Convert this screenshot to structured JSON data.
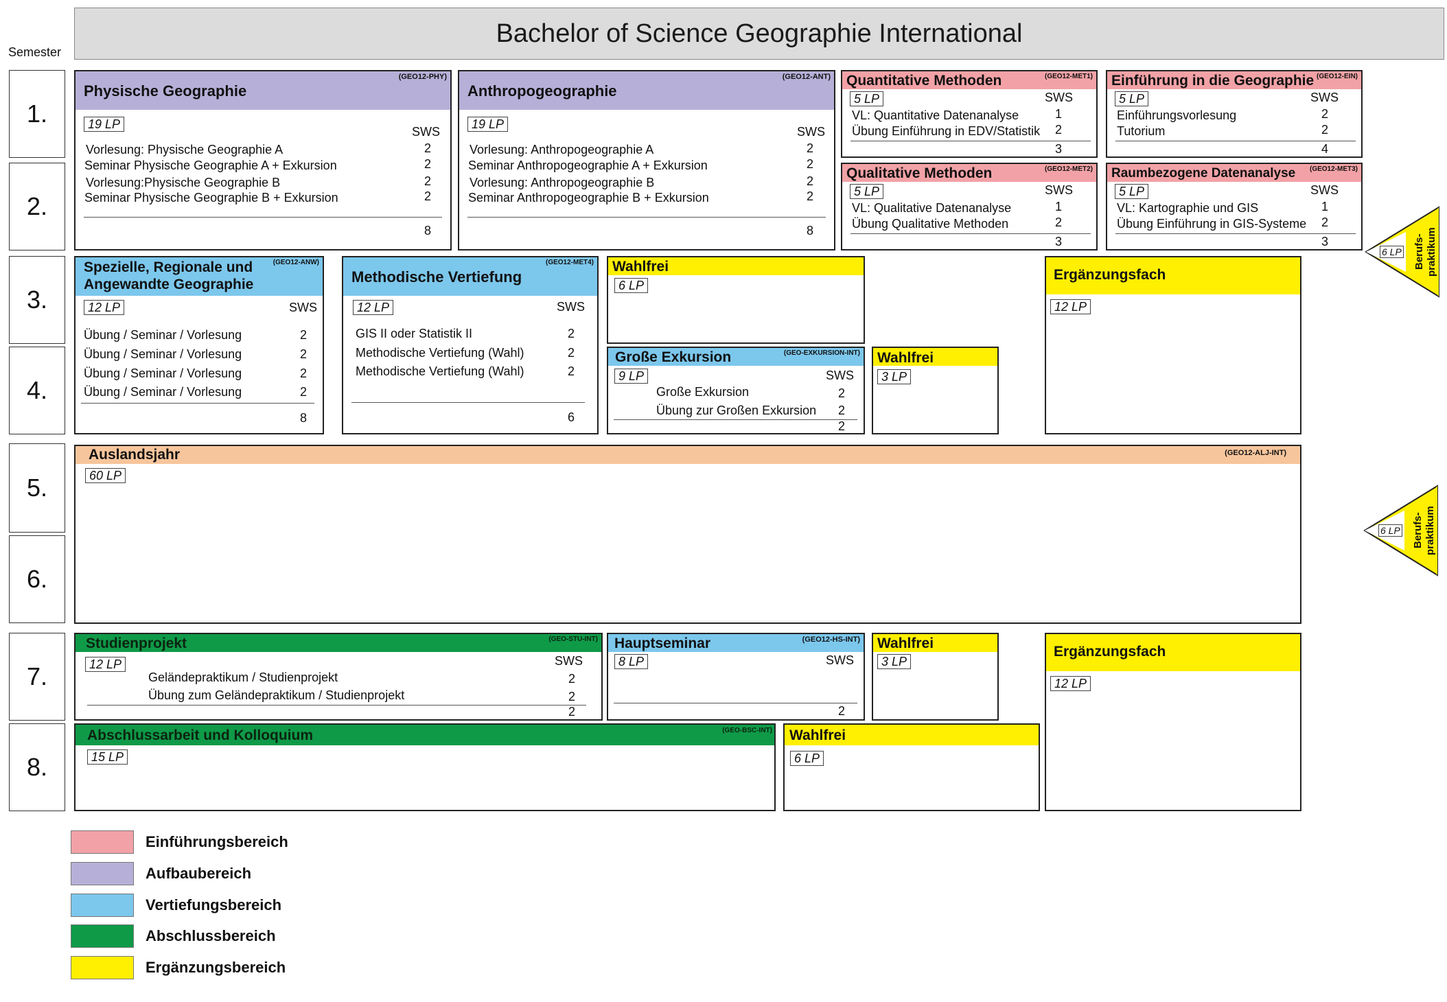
{
  "title": "Bachelor of Science Geographie International",
  "semester_label": "Semester",
  "semesters": [
    "1.",
    "2.",
    "3.",
    "4.",
    "5.",
    "6.",
    "7.",
    "8."
  ],
  "sws_label": "SWS",
  "modules": {
    "phy": {
      "title": "Physische Geographie",
      "code": "(GEO12-PHY)",
      "lp": "19 LP",
      "courses": [
        {
          "name": "Vorlesung: Physische Geographie A",
          "sws": "2"
        },
        {
          "name": "Seminar Physische Geographie A + Exkursion",
          "sws": "2"
        },
        {
          "name": "Vorlesung:Physische Geographie B",
          "sws": "2"
        },
        {
          "name": "Seminar Physische Geographie B + Exkursion",
          "sws": "2"
        }
      ],
      "total": "8"
    },
    "ant": {
      "title": "Anthropogeographie",
      "code": "(GEO12-ANT)",
      "lp": "19 LP",
      "courses": [
        {
          "name": "Vorlesung: Anthropogeographie A",
          "sws": "2"
        },
        {
          "name": "Seminar Anthropogeographie A + Exkursion",
          "sws": "2"
        },
        {
          "name": "Vorlesung: Anthropogeographie B",
          "sws": "2"
        },
        {
          "name": "Seminar Anthropogeographie B + Exkursion",
          "sws": "2"
        }
      ],
      "total": "8"
    },
    "met1": {
      "title": "Quantitative Methoden",
      "code": "(GEO12-MET1)",
      "lp": "5 LP",
      "courses": [
        {
          "name": "VL: Quantitative Datenanalyse",
          "sws": "1"
        },
        {
          "name": "Übung Einführung in EDV/Statistik",
          "sws": "2"
        }
      ],
      "total": "3"
    },
    "ein": {
      "title": "Einführung in die Geographie",
      "code": "(GEO12-EIN)",
      "lp": "5 LP",
      "courses": [
        {
          "name": "Einführungsvorlesung",
          "sws": "2"
        },
        {
          "name": "Tutorium",
          "sws": "2"
        }
      ],
      "total": "4"
    },
    "met2": {
      "title": "Qualitative Methoden",
      "code": "(GEO12-MET2)",
      "lp": "5 LP",
      "courses": [
        {
          "name": "VL: Qualitative Datenanalyse",
          "sws": "1"
        },
        {
          "name": "Übung Qualitative Methoden",
          "sws": "2"
        }
      ],
      "total": "3"
    },
    "met3": {
      "title": "Raumbezogene Datenanalyse",
      "code": "(GEO12-MET3)",
      "lp": "5 LP",
      "courses": [
        {
          "name": "VL: Kartographie und GIS",
          "sws": "1"
        },
        {
          "name": "Übung Einführung in GIS-Systeme",
          "sws": "2"
        }
      ],
      "total": "3"
    },
    "anw": {
      "title1": "Spezielle, Regionale und",
      "title2": "Angewandte Geographie",
      "code": "(GEO12-ANW)",
      "lp": "12 LP",
      "courses": [
        {
          "name": "Übung / Seminar / Vorlesung",
          "sws": "2"
        },
        {
          "name": "Übung / Seminar / Vorlesung",
          "sws": "2"
        },
        {
          "name": "Übung / Seminar / Vorlesung",
          "sws": "2"
        },
        {
          "name": "Übung / Seminar / Vorlesung",
          "sws": "2"
        }
      ],
      "total": "8"
    },
    "met4": {
      "title": "Methodische Vertiefung",
      "code": "(GEO12-MET4)",
      "lp": "12 LP",
      "courses": [
        {
          "name": "GIS II oder Statistik II",
          "sws": "2"
        },
        {
          "name": "Methodische Vertiefung (Wahl)",
          "sws": "2"
        },
        {
          "name": "Methodische Vertiefung (Wahl)",
          "sws": "2"
        }
      ],
      "total": "6"
    },
    "wahl3": {
      "title": "Wahlfrei",
      "lp": "6 LP"
    },
    "erg3": {
      "title": "Ergänzungsfach",
      "lp": "12 LP"
    },
    "exk": {
      "title": "Große Exkursion",
      "code": "(GEO-EXKURSION-INT)",
      "lp": "9 LP",
      "courses": [
        {
          "name": "Große Exkursion",
          "sws": "2"
        },
        {
          "name": "Übung zur Großen Exkursion",
          "sws": "2"
        }
      ],
      "total": "2"
    },
    "wahl4": {
      "title": "Wahlfrei",
      "lp": "3 LP"
    },
    "alj": {
      "title": "Auslandsjahr",
      "code": "(GEO12-ALJ-INT)",
      "lp": "60 LP"
    },
    "stu": {
      "title": "Studienprojekt",
      "code": "(GEO-STU-INT)",
      "lp": "12 LP",
      "courses": [
        {
          "name": "Geländepraktikum / Studienprojekt",
          "sws": "2"
        },
        {
          "name": "Übung zum Geländepraktikum / Studienprojekt",
          "sws": "2"
        }
      ],
      "total": "2"
    },
    "hs": {
      "title": "Hauptseminar",
      "code": "(GEO12-HS-INT)",
      "lp": "8 LP",
      "total": "2"
    },
    "wahl7": {
      "title": "Wahlfrei",
      "lp": "3 LP"
    },
    "erg7": {
      "title": "Ergänzungsfach",
      "lp": "12 LP"
    },
    "bsc": {
      "title": "Abschlussarbeit und Kolloquium",
      "code": "(GEO-BSC-INT)",
      "lp": "15 LP"
    },
    "wahl8": {
      "title": "Wahlfrei",
      "lp": "6 LP"
    }
  },
  "praktikum": [
    {
      "label1": "Berufs-",
      "label2": "praktikum",
      "lp": "6 LP"
    },
    {
      "label1": "Berufs-",
      "label2": "praktikum",
      "lp": "6 LP"
    }
  ],
  "legend": [
    {
      "label": "Einführungsbereich",
      "color": "#f2a2a6"
    },
    {
      "label": "Aufbaubereich",
      "color": "#b6b0d8"
    },
    {
      "label": "Vertiefungsbereich",
      "color": "#7cc7ec"
    },
    {
      "label": "Abschlussbereich",
      "color": "#0f9a48"
    },
    {
      "label": "Ergänzungsbereich",
      "color": "#ffef00"
    }
  ]
}
